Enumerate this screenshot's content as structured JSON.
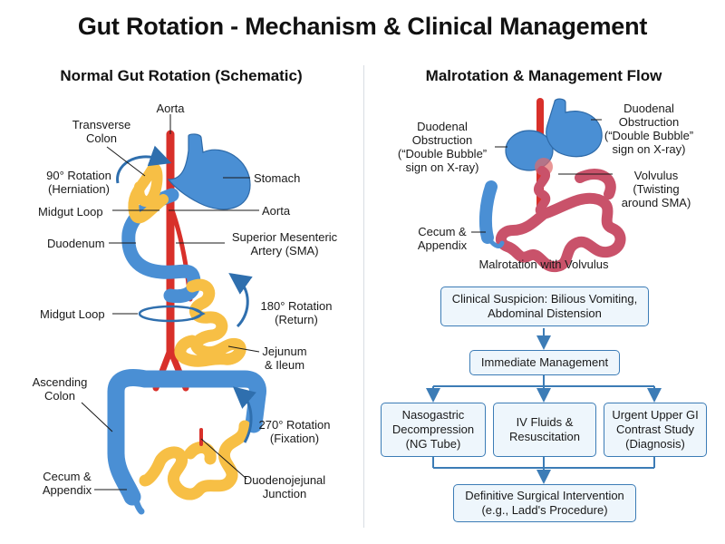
{
  "title": "Gut Rotation - Mechanism & Clinical Management",
  "left_panel": {
    "title": "Normal Gut Rotation (Schematic)",
    "labels": {
      "aorta_top": "Aorta",
      "transverse_colon": [
        "Transverse",
        "Colon"
      ],
      "rotation_90": [
        "90° Rotation",
        "(Herniation)"
      ],
      "stomach": "Stomach",
      "midgut_loop_upper": "Midgut Loop",
      "aorta_mid": "Aorta",
      "duodenum": "Duodenum",
      "sma": [
        "Superior Mesenteric",
        "Artery (SMA)"
      ],
      "midgut_loop_lower": "Midgut Loop",
      "rotation_180": [
        "180° Rotation",
        "(Return)"
      ],
      "jejunum_ileum": [
        "Jejunum",
        "& Ileum"
      ],
      "ascending_colon": [
        "Ascending",
        "Colon"
      ],
      "rotation_270": [
        "270° Rotation",
        "(Fixation)"
      ],
      "cecum_appendix": [
        "Cecum &",
        "Appendix"
      ],
      "duodenojejunal": [
        "Duodenojejunal",
        "Junction"
      ]
    }
  },
  "right_panel": {
    "title": "Malrotation & Management Flow",
    "labels": {
      "duodenal_left": [
        "Duodenal",
        "Obstruction",
        "(“Double Bubble”",
        "sign on X-ray)"
      ],
      "duodenal_right": [
        "Duodenal",
        "Obstruction",
        "(“Double Bubble”",
        "sign on X-ray)"
      ],
      "volvulus": [
        "Volvulus",
        "(Twisting",
        "around SMA)"
      ],
      "cecum_appendix": [
        "Cecum &",
        "Appendix"
      ],
      "caption": "Malrotation with Volvulus"
    },
    "flow": {
      "suspicion": [
        "Clinical Suspicion: Bilious Vomiting,",
        "Abdominal Distension"
      ],
      "immediate": "Immediate Management",
      "ng": [
        "Nasogastric",
        "Decompression",
        "(NG Tube)"
      ],
      "fluids": [
        "IV Fluids &",
        "Resuscitation"
      ],
      "contrast": [
        "Urgent Upper GI",
        "Contrast Study",
        "(Diagnosis)"
      ],
      "surgery": [
        "Definitive Surgical Intervention",
        "(e.g., Ladd's Procedure)"
      ]
    }
  },
  "colors": {
    "artery": "#d8302a",
    "gut_blue": "#4a8fd4",
    "gut_yellow": "#f7bf45",
    "twisted_bowel": "#c9526a",
    "flow_border": "#3c7cb6",
    "flow_fill": "#eef6fc"
  }
}
